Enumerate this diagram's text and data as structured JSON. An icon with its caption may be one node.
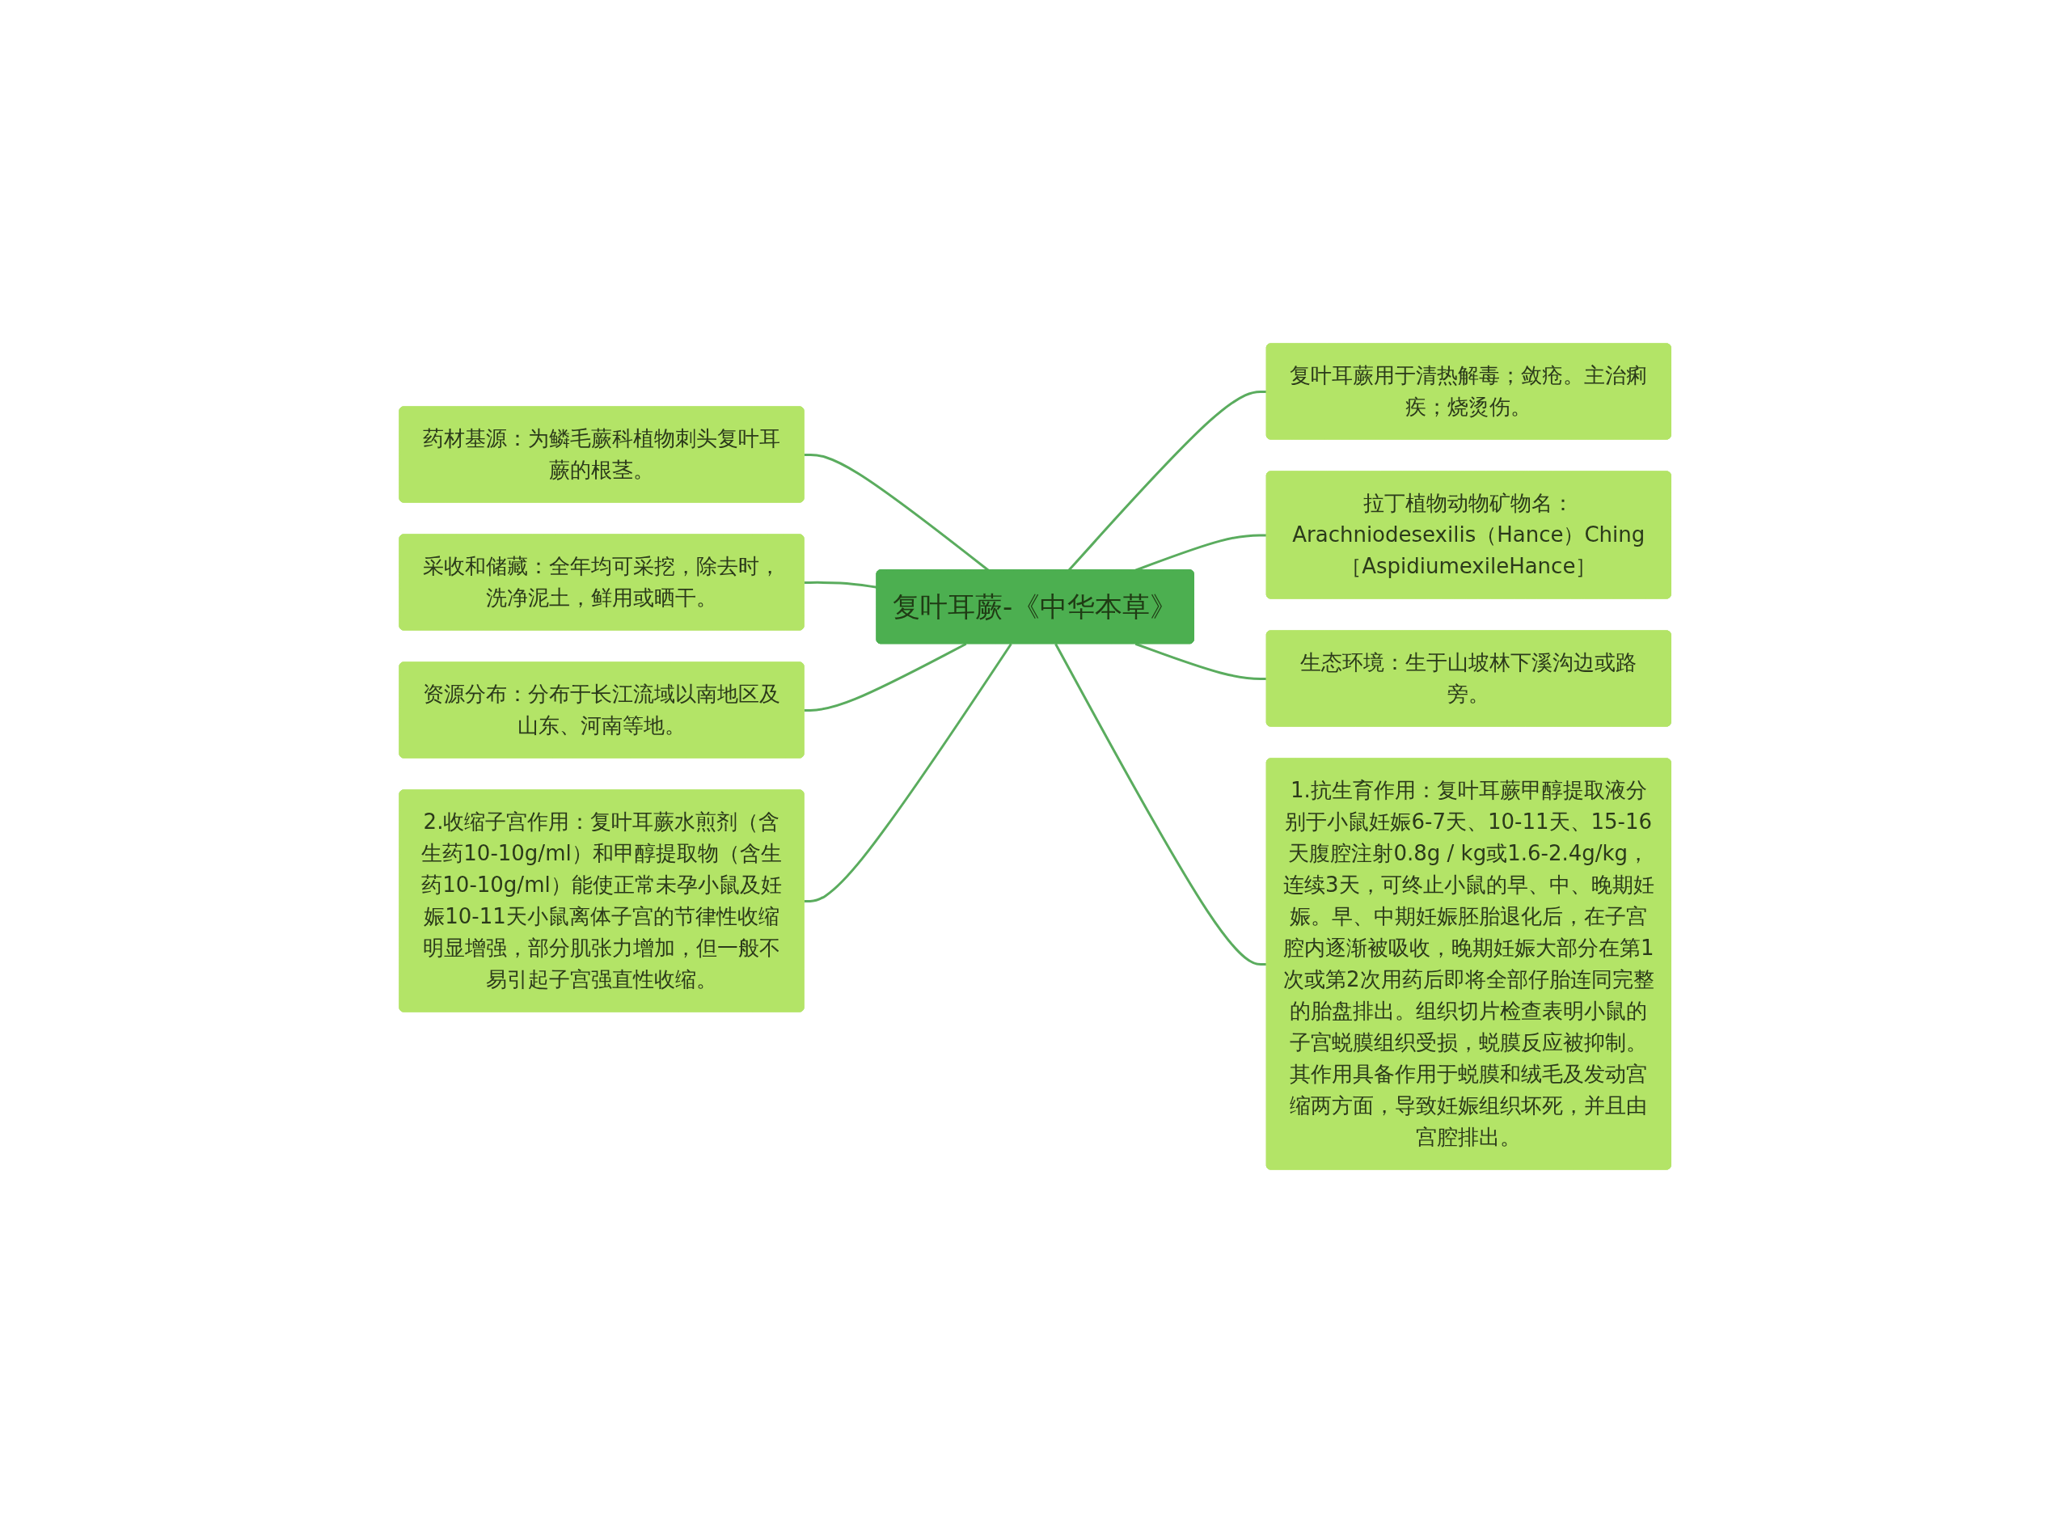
{
  "diagram": {
    "nodes": [
      {
        "text": [
          "复叶耳蕨-《中华本草》"
        ]
      },
      {
        "text": [
          "复叶耳蕨用于清热解毒；敛疮。主治痢疾；烧烫伤。"
        ]
      },
      {
        "text": [
          "拉丁植物动物矿物名：Arachniodesexilis（Hance）Ching［AspidiumexileHance］"
        ]
      },
      {
        "text": [
          "生态环境：生于山坡林下溪沟边或路旁。"
        ]
      },
      {
        "text": [
          "1.抗生育作用：复叶耳蕨甲醇提取液分别于小鼠妊娠6-7天、10-11天、15-16天腹腔注射0.8g / kg或1.6-2.4g/kg，连续3天，可终止小鼠的早、中、晚期妊娠。早、中期妊娠胚胎退化后，在子宫腔内逐渐被吸收，晚期妊娠大部分在第1次或第2次用药后即将全部仔胎连同完整的胎盘排出。组织切片检查表明小鼠的子宫蜕膜组织受损，蜕膜反应被抑制。其作用具备作用于蜕膜和绒毛及发动宫缩两方面，导致妊娠组织坏死，并且由宫腔排出。"
        ]
      },
      {
        "text": [
          "药材基源：为鳞毛蕨科植物刺头复叶耳蕨的根茎。"
        ]
      },
      {
        "text": [
          "采收和储藏：全年均可采挖，除去时，洗净泥土，鲜用或晒干。"
        ]
      },
      {
        "text": [
          "资源分布：分布于长江流域以南地区及山东、河南等地。"
        ]
      },
      {
        "text": [
          "2.收缩子宫作用：复叶耳蕨水煎剂（含生药10-10g/ml）和甲醇提取物（含生药10-10g/ml）能使正常未孕小鼠及妊娠10-11天小鼠离体子宫的节律性收缩明显增强，部分肌张力增加，但一般不易引起子宫强直性收缩。"
        ]
      }
    ],
    "edges": [
      {
        "from": 0,
        "to": 1,
        "arrow": "none"
      },
      {
        "from": 0,
        "to": 2,
        "arrow": "none"
      },
      {
        "from": 0,
        "to": 3,
        "arrow": "none"
      },
      {
        "from": 0,
        "to": 4,
        "arrow": "none"
      },
      {
        "from": 0,
        "to": 5,
        "arrow": "none"
      },
      {
        "from": 0,
        "to": 6,
        "arrow": "none"
      },
      {
        "from": 0,
        "to": 7,
        "arrow": "none"
      },
      {
        "from": 0,
        "to": 8,
        "arrow": "none"
      }
    ]
  }
}
